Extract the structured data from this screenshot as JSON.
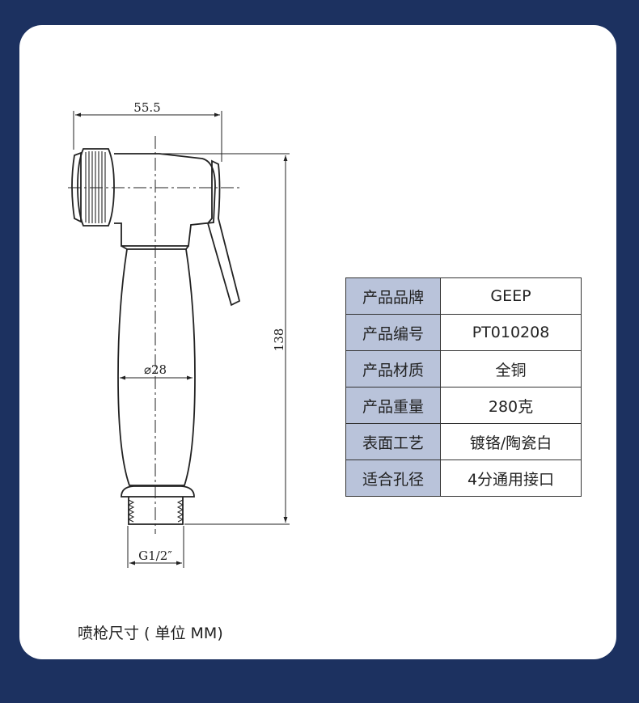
{
  "drawing": {
    "dimensions": {
      "width": "55.5",
      "height": "138",
      "diameter": "⌀28",
      "thread": "G1/2″"
    }
  },
  "specs": [
    {
      "label": "产品品牌",
      "value": "GEEP"
    },
    {
      "label": "产品编号",
      "value": "PT010208"
    },
    {
      "label": "产品材质",
      "value": "全铜"
    },
    {
      "label": "产品重量",
      "value": "280克"
    },
    {
      "label": "表面工艺",
      "value": "镀铬/陶瓷白"
    },
    {
      "label": "适合孔径",
      "value": "4分通用接口"
    }
  ],
  "caption": "喷枪尺寸 ( 单位 MM)",
  "colors": {
    "background": "#1c3160",
    "card": "#ffffff",
    "label_cell": "#b9c3da"
  }
}
